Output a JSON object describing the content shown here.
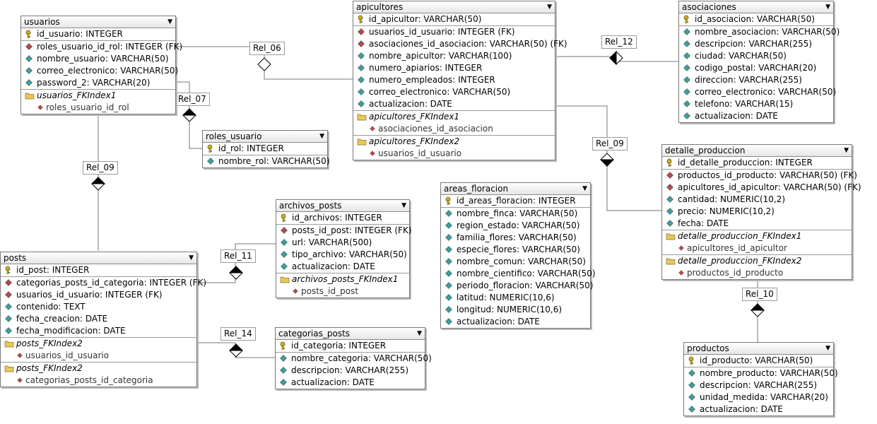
{
  "colors": {
    "pk_icon": "#c9b02a",
    "fk_icon": "#b84848",
    "attr_icon": "#3aa0a0",
    "folder_icon": "#e8c85a",
    "line": "#777777",
    "border": "#7a7a7a"
  },
  "entities": {
    "usuarios": {
      "title": "usuarios",
      "rows": [
        "id_usuario: INTEGER",
        "roles_usuario_id_rol: INTEGER (FK)",
        "nombre_usuario: VARCHAR(50)",
        "correo_electronico: VARCHAR(50)",
        "password_2: VARCHAR(20)"
      ],
      "indexes": [
        {
          "name": "usuarios_FKIndex1",
          "cols": [
            "roles_usuario_id_rol"
          ]
        }
      ]
    },
    "apicultores": {
      "title": "apicultores",
      "rows": [
        "id_apicultor: VARCHAR(50)",
        "usuarios_id_usuario: INTEGER (FK)",
        "asociaciones_id_asociacion: VARCHAR(50) (FK)",
        "nombre_apicultor: VARCHAR(100)",
        "numero_apiarios: INTEGER",
        "numero_empleados: INTEGER",
        "correo_electronico: VARCHAR(50)",
        "actualizacion: DATE"
      ],
      "indexes": [
        {
          "name": "apicultores_FKIndex1",
          "cols": [
            "asociaciones_id_asociacion"
          ]
        },
        {
          "name": "apicultores_FKIndex2",
          "cols": [
            "usuarios_id_usuario"
          ]
        }
      ]
    },
    "asociaciones": {
      "title": "asociaciones",
      "rows": [
        "id_asociacion: VARCHAR(50)",
        "nombre_asociacion: VARCHAR(50)",
        "descripcion: VARCHAR(255)",
        "ciudad: VARCHAR(50)",
        "codigo_postal: VARCHAR(20)",
        "direccion: VARCHAR(255)",
        "correo_electronico: VARCHAR(50)",
        "telefono: VARCHAR(15)",
        "actualizacion: DATE"
      ],
      "indexes": []
    },
    "roles_usuario": {
      "title": "roles_usuario",
      "rows": [
        "id_rol: INTEGER",
        "nombre_rol: VARCHAR(50)"
      ],
      "indexes": []
    },
    "detalle_produccion": {
      "title": "detalle_produccion",
      "rows": [
        "id_detalle_produccion: INTEGER",
        "productos_id_producto: VARCHAR(50) (FK)",
        "apicultores_id_apicultor: VARCHAR(50) (FK)",
        "cantidad: NUMERIC(10,2)",
        "precio: NUMERIC(10,2)",
        "fecha: DATE"
      ],
      "indexes": [
        {
          "name": "detalle_produccion_FKIndex1",
          "cols": [
            "apicultores_id_apicultor"
          ]
        },
        {
          "name": "detalle_produccion_FKIndex2",
          "cols": [
            "productos_id_producto"
          ]
        }
      ]
    },
    "areas_floracion": {
      "title": "areas_floracion",
      "rows": [
        "id_areas_floracion: INTEGER",
        "nombre_finca: VARCHAR(50)",
        "region_estado: VARCHAR(50)",
        "familia_flores: VARCHAR(50)",
        "especie_flores: VARCHAR(50)",
        "nombre_comun: VARCHAR(50)",
        "nombre_cientifico: VARCHAR(50)",
        "periodo_floracion: VARCHAR(50)",
        "latitud: NUMERIC(10,6)",
        "longitud: NUMERIC(10,6)",
        "actualizacion: DATE"
      ],
      "indexes": []
    },
    "archivos_posts": {
      "title": "archivos_posts",
      "rows": [
        "id_archivos: INTEGER",
        "posts_id_post: INTEGER (FK)",
        "url: VARCHAR(500)",
        "tipo_archivo: VARCHAR(50)",
        "actualizacion: DATE"
      ],
      "indexes": [
        {
          "name": "archivos_posts_FKIndex1",
          "cols": [
            "posts_id_post"
          ]
        }
      ]
    },
    "posts": {
      "title": "posts",
      "rows": [
        "id_post: INTEGER",
        "categorias_posts_id_categoria: INTEGER (FK)",
        "usuarios_id_usuario: INTEGER (FK)",
        "contenido: TEXT",
        "fecha_creacion: DATE",
        "fecha_modificacion: DATE"
      ],
      "indexes": [
        {
          "name": "posts_FKIndex2",
          "cols": [
            "usuarios_id_usuario"
          ]
        },
        {
          "name": "posts_FKIndex2",
          "cols": [
            "categorias_posts_id_categoria"
          ]
        }
      ]
    },
    "categorias_posts": {
      "title": "categorias_posts",
      "rows": [
        "id_categoria: INTEGER",
        "nombre_categoria: VARCHAR(50)",
        "descripcion: VARCHAR(255)",
        "actualizacion: DATE"
      ],
      "indexes": []
    },
    "productos": {
      "title": "productos",
      "rows": [
        "id_producto: VARCHAR(50)",
        "nombre_producto: VARCHAR(50)",
        "descripcion: VARCHAR(255)",
        "unidad_medida: VARCHAR(20)",
        "actualizacion: DATE"
      ],
      "indexes": []
    }
  },
  "relations": {
    "rel06": "Rel_06",
    "rel07": "Rel_07",
    "rel09a": "Rel_09",
    "rel09b": "Rel_09",
    "rel10": "Rel_10",
    "rel11": "Rel_11",
    "rel12": "Rel_12",
    "rel14": "Rel_14"
  }
}
